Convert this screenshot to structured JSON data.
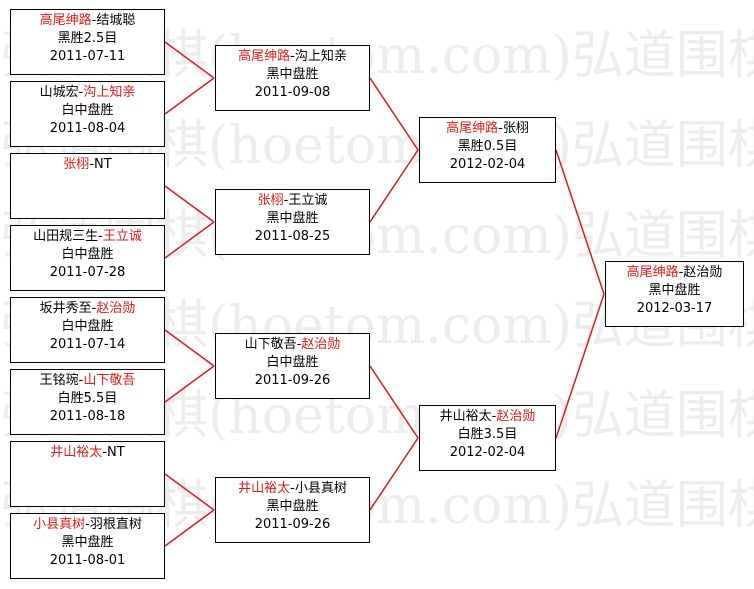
{
  "colors": {
    "winner": "#e0191b",
    "text": "#000000",
    "line": "#e0191b",
    "border": "#000000",
    "watermark": "#ececec"
  },
  "watermark": "弘道围棋(hoetom.com)弘道围棋(hoetom.com)",
  "matches": [
    {
      "id": "r1m1",
      "p1": "高尾绅路",
      "p2": "结城聪",
      "winner": 1,
      "result": "黑胜2.5目",
      "date": "2011-07-11"
    },
    {
      "id": "r1m2",
      "p1": "山城宏",
      "p2": "沟上知亲",
      "winner": 2,
      "result": "白中盘胜",
      "date": "2011-08-04"
    },
    {
      "id": "r1m3",
      "p1": "张栩",
      "p2": "NT",
      "winner": 1,
      "result": "",
      "date": ""
    },
    {
      "id": "r1m4",
      "p1": "山田规三生",
      "p2": "王立诚",
      "winner": 2,
      "result": "白中盘胜",
      "date": "2011-07-28"
    },
    {
      "id": "r1m5",
      "p1": "坂井秀至",
      "p2": "赵治勋",
      "winner": 2,
      "result": "白中盘胜",
      "date": "2011-07-14"
    },
    {
      "id": "r1m6",
      "p1": "王铭琬",
      "p2": "山下敬吾",
      "winner": 2,
      "result": "白胜5.5目",
      "date": "2011-08-18"
    },
    {
      "id": "r1m7",
      "p1": "井山裕太",
      "p2": "NT",
      "winner": 1,
      "result": "",
      "date": ""
    },
    {
      "id": "r1m8",
      "p1": "小县真树",
      "p2": "羽根直树",
      "winner": 1,
      "result": "黑中盘胜",
      "date": "2011-08-01"
    },
    {
      "id": "r2m1",
      "p1": "高尾绅路",
      "p2": "沟上知亲",
      "winner": 1,
      "result": "黑中盘胜",
      "date": "2011-09-08"
    },
    {
      "id": "r2m2",
      "p1": "张栩",
      "p2": "王立诚",
      "winner": 1,
      "result": "黑中盘胜",
      "date": "2011-08-25"
    },
    {
      "id": "r2m3",
      "p1": "山下敬吾",
      "p2": "赵治勋",
      "winner": 2,
      "result": "白中盘胜",
      "date": "2011-09-26"
    },
    {
      "id": "r2m4",
      "p1": "井山裕太",
      "p2": "小县真树",
      "winner": 1,
      "result": "黑中盘胜",
      "date": "2011-09-26"
    },
    {
      "id": "r3m1",
      "p1": "高尾绅路",
      "p2": "张栩",
      "winner": 1,
      "result": "黑胜0.5目",
      "date": "2012-02-04"
    },
    {
      "id": "r3m2",
      "p1": "井山裕太",
      "p2": "赵治勋",
      "winner": 2,
      "result": "白胜3.5目",
      "date": "2012-02-04"
    },
    {
      "id": "final",
      "p1": "高尾绅路",
      "p2": "赵治勋",
      "winner": 1,
      "result": "黑中盘胜",
      "date": "2012-03-17"
    }
  ]
}
